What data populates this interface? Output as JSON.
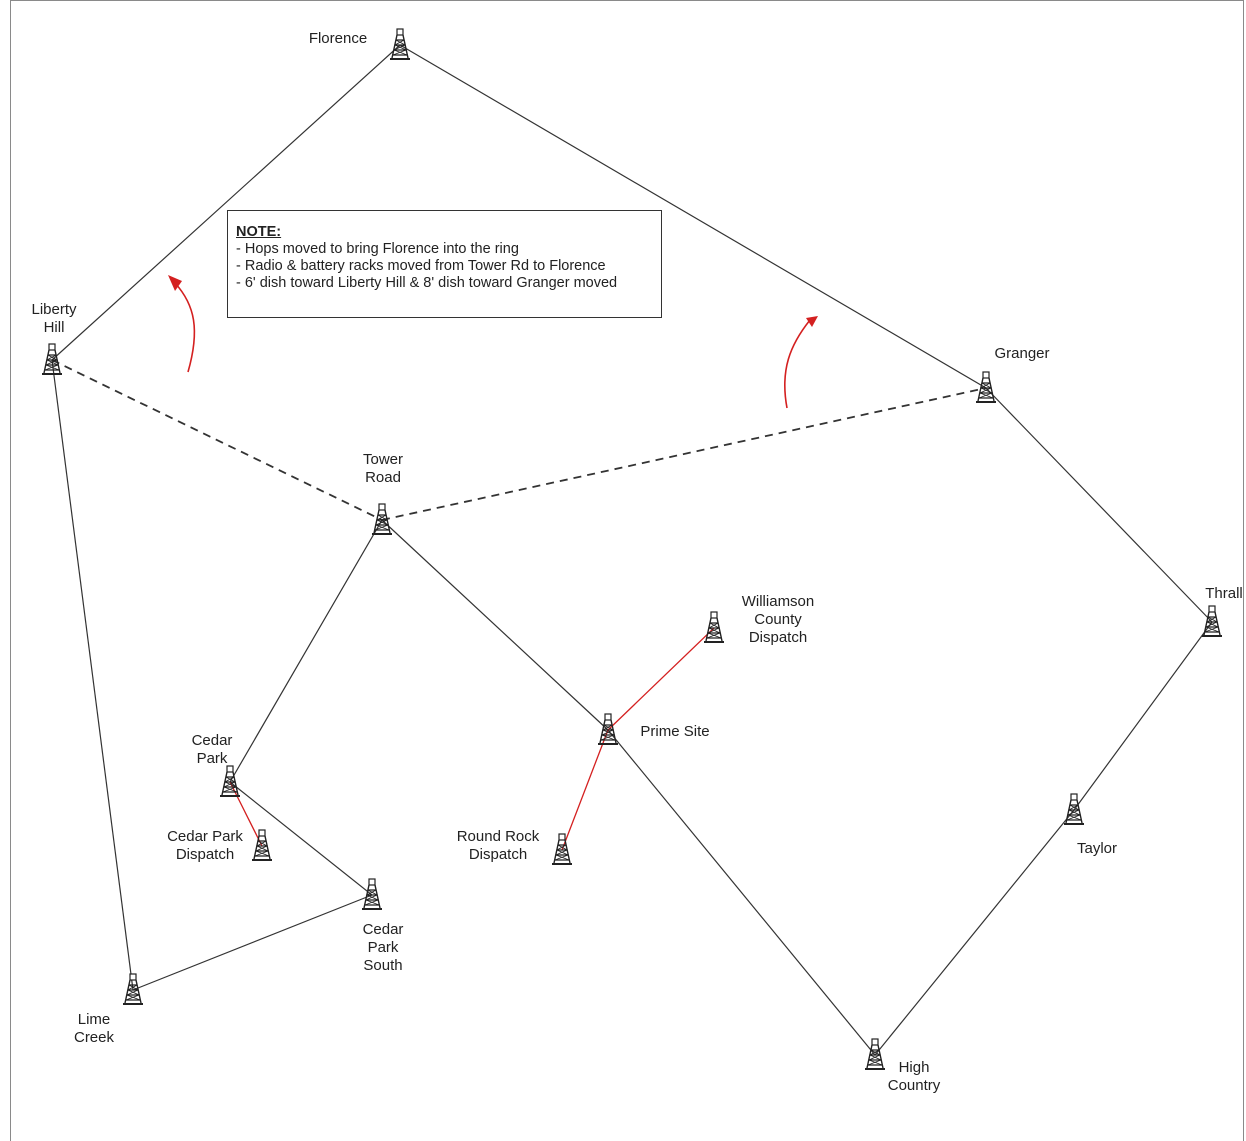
{
  "note": {
    "title": "NOTE:",
    "lines": [
      "- Hops moved to bring Florence into the ring",
      "- Radio & battery racks moved from Tower Rd to Florence",
      "- 6' dish toward Liberty Hill & 8' dish toward Granger moved"
    ]
  },
  "sites": [
    {
      "id": "florence",
      "label": [
        "Florence"
      ]
    },
    {
      "id": "liberty-hill",
      "label": [
        "Liberty",
        "Hill"
      ]
    },
    {
      "id": "granger",
      "label": [
        "Granger"
      ]
    },
    {
      "id": "tower-road",
      "label": [
        "Tower",
        "Road"
      ]
    },
    {
      "id": "williamson-county-dispatch",
      "label": [
        "Williamson",
        "County",
        "Dispatch"
      ]
    },
    {
      "id": "thrall",
      "label": [
        "Thrall"
      ]
    },
    {
      "id": "prime-site",
      "label": [
        "Prime Site"
      ]
    },
    {
      "id": "cedar-park",
      "label": [
        "Cedar",
        "Park"
      ]
    },
    {
      "id": "cedar-park-dispatch",
      "label": [
        "Cedar Park",
        "Dispatch"
      ]
    },
    {
      "id": "round-rock-dispatch",
      "label": [
        "Round Rock",
        "Dispatch"
      ]
    },
    {
      "id": "taylor",
      "label": [
        "Taylor"
      ]
    },
    {
      "id": "cedar-park-south",
      "label": [
        "Cedar",
        "Park",
        "South"
      ]
    },
    {
      "id": "lime-creek",
      "label": [
        "Lime",
        "Creek"
      ]
    },
    {
      "id": "high-country",
      "label": [
        "High",
        "Country"
      ]
    }
  ],
  "links": [
    {
      "from": "florence",
      "to": "liberty-hill",
      "style": "solid"
    },
    {
      "from": "florence",
      "to": "granger",
      "style": "solid"
    },
    {
      "from": "liberty-hill",
      "to": "tower-road",
      "style": "dashed"
    },
    {
      "from": "tower-road",
      "to": "granger",
      "style": "dashed"
    },
    {
      "from": "granger",
      "to": "thrall",
      "style": "solid"
    },
    {
      "from": "thrall",
      "to": "taylor",
      "style": "solid"
    },
    {
      "from": "taylor",
      "to": "high-country",
      "style": "solid"
    },
    {
      "from": "high-country",
      "to": "prime-site",
      "style": "solid"
    },
    {
      "from": "prime-site",
      "to": "tower-road",
      "style": "solid"
    },
    {
      "from": "tower-road",
      "to": "cedar-park",
      "style": "solid"
    },
    {
      "from": "cedar-park",
      "to": "cedar-park-south",
      "style": "solid"
    },
    {
      "from": "cedar-park-south",
      "to": "lime-creek",
      "style": "solid"
    },
    {
      "from": "lime-creek",
      "to": "liberty-hill",
      "style": "solid"
    },
    {
      "from": "prime-site",
      "to": "williamson-county-dispatch",
      "style": "red"
    },
    {
      "from": "prime-site",
      "to": "round-rock-dispatch",
      "style": "red"
    },
    {
      "from": "cedar-park",
      "to": "cedar-park-dispatch",
      "style": "red"
    }
  ],
  "colors": {
    "link": "#333333",
    "secondary_link": "#d42020",
    "arrow": "#d42020"
  },
  "icons": {
    "site": "radio-tower-icon",
    "move": "curved-arrow-icon"
  }
}
